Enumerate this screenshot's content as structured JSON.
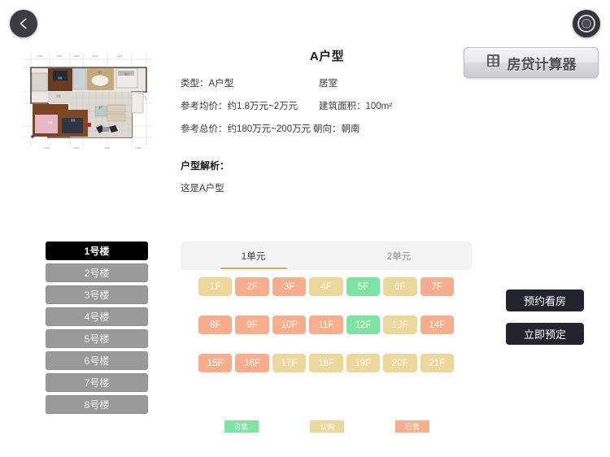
{
  "header": {
    "back_icon": "chevron-left-icon",
    "logo_icon": "app-logo-icon",
    "calculator": {
      "icon": "calculator-icon",
      "label": "房贷计算器"
    }
  },
  "detail": {
    "title": "A户型",
    "floorplan_icon": "floorplan-image",
    "rows": [
      {
        "left": "类型：A户型",
        "right": "居室"
      },
      {
        "left": "参考均价：约1.8万元~2万元",
        "right": "建筑面积：100m²"
      },
      {
        "left": "参考总价：约180万元~200万元",
        "right": "朝向：朝南"
      }
    ],
    "analysis_title": "户型解析：",
    "analysis_text": "这是A户型"
  },
  "buildings": {
    "items": [
      {
        "label": "1号楼",
        "active": true
      },
      {
        "label": "2号楼",
        "active": false
      },
      {
        "label": "3号楼",
        "active": false
      },
      {
        "label": "4号楼",
        "active": false
      },
      {
        "label": "5号楼",
        "active": false
      },
      {
        "label": "6号楼",
        "active": false
      },
      {
        "label": "7号楼",
        "active": false
      },
      {
        "label": "8号楼",
        "active": false
      }
    ]
  },
  "units": {
    "tabs": [
      {
        "label": "1单元",
        "active": true
      },
      {
        "label": "2单元",
        "active": false
      }
    ]
  },
  "floors": {
    "status_colors": {
      "available": "#7fe3a4",
      "reserved": "#edd79b",
      "sold": "#f8ad8c"
    },
    "rows": [
      [
        {
          "label": "1F",
          "status": "reserved"
        },
        {
          "label": "2F",
          "status": "sold"
        },
        {
          "label": "3F",
          "status": "sold"
        },
        {
          "label": "4F",
          "status": "reserved"
        },
        {
          "label": "5F",
          "status": "available"
        },
        {
          "label": "6F",
          "status": "reserved"
        },
        {
          "label": "7F",
          "status": "sold"
        }
      ],
      [
        {
          "label": "8F",
          "status": "sold"
        },
        {
          "label": "9F",
          "status": "sold"
        },
        {
          "label": "10F",
          "status": "sold"
        },
        {
          "label": "11F",
          "status": "sold"
        },
        {
          "label": "12F",
          "status": "available"
        },
        {
          "label": "13F",
          "status": "reserved"
        },
        {
          "label": "14F",
          "status": "sold"
        }
      ],
      [
        {
          "label": "15F",
          "status": "sold"
        },
        {
          "label": "16F",
          "status": "sold"
        },
        {
          "label": "17F",
          "status": "reserved"
        },
        {
          "label": "18F",
          "status": "reserved"
        },
        {
          "label": "19F",
          "status": "reserved"
        },
        {
          "label": "20F",
          "status": "reserved"
        },
        {
          "label": "21F",
          "status": "reserved"
        }
      ]
    ]
  },
  "actions": [
    {
      "label": "预约看房",
      "name": "book-viewing-button"
    },
    {
      "label": "立即预定",
      "name": "reserve-now-button"
    }
  ],
  "legend": [
    {
      "label": "可售",
      "status": "available"
    },
    {
      "label": "认购",
      "status": "reserved"
    },
    {
      "label": "已售",
      "status": "sold"
    }
  ]
}
